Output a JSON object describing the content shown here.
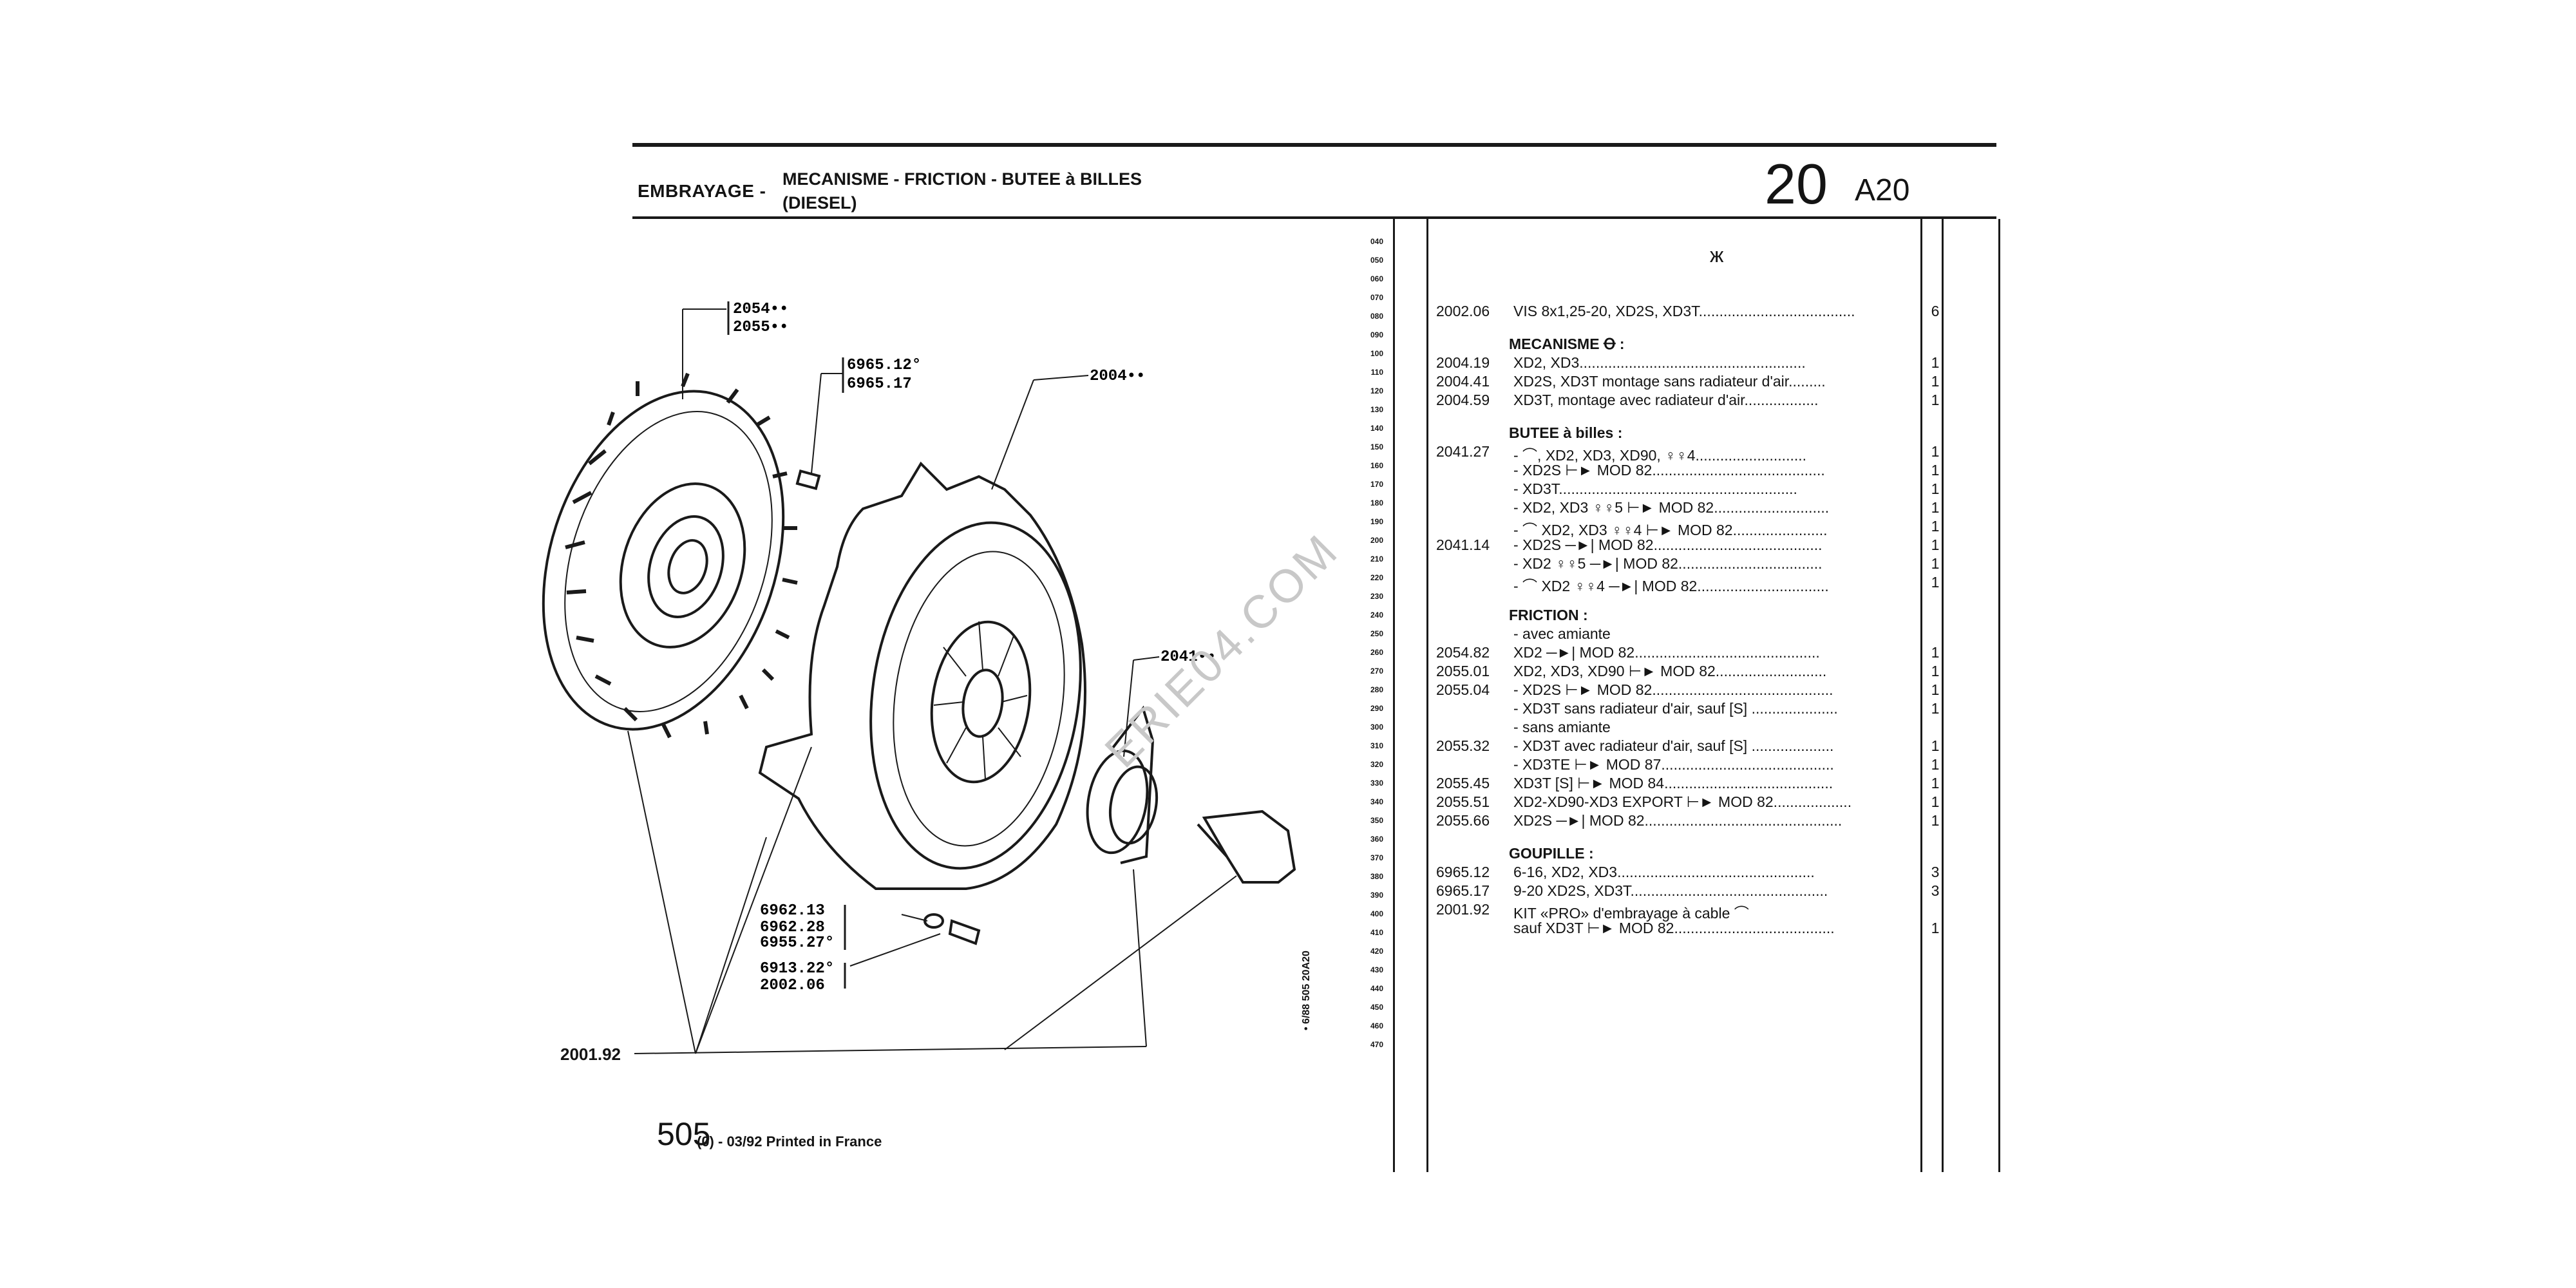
{
  "header": {
    "section": "EMBRAYAGE -",
    "title_line1": "MECANISME - FRICTION - BUTEE à BILLES",
    "title_line2": "(DIESEL)",
    "group_number": "20",
    "page_code": "A20"
  },
  "callouts": {
    "c2054": "2054••",
    "c2055": "2055••",
    "c696512": "6965.12°",
    "c696517": "6965.17",
    "c2004": "2004••",
    "c2041": "2041••",
    "c696213": "6962.13",
    "c696228": "6962.28",
    "c695527": "6955.27°",
    "c691322": "6913.22°",
    "c200206": "2002.06",
    "c200192": "2001.92"
  },
  "watermark": "ERIE04.COM",
  "row_numbers": [
    "040",
    "050",
    "060",
    "070",
    "080",
    "090",
    "100",
    "110",
    "120",
    "130",
    "140",
    "150",
    "160",
    "170",
    "180",
    "190",
    "200",
    "210",
    "220",
    "230",
    "240",
    "250",
    "260",
    "270",
    "280",
    "290",
    "300",
    "310",
    "320",
    "330",
    "340",
    "350",
    "360",
    "370",
    "380",
    "390",
    "400",
    "410",
    "420",
    "430",
    "440",
    "450",
    "460",
    "470"
  ],
  "top_symbol": "ж",
  "rows": [
    {
      "ref": "2002.06",
      "desc": "VIS 8x1,25-20, XD2S, XD3T......................................",
      "qty": "6"
    },
    {
      "section": "MECANISME Ꝋ :"
    },
    {
      "ref": "2004.19",
      "desc": "XD2, XD3.......................................................",
      "qty": "1"
    },
    {
      "ref": "2004.41",
      "desc": "XD2S, XD3T montage sans radiateur d'air.........",
      "qty": "1"
    },
    {
      "ref": "2004.59",
      "desc": "XD3T, montage avec radiateur d'air..................",
      "qty": "1"
    },
    {
      "section": "BUTEE à billes :"
    },
    {
      "ref": "2041.27",
      "desc": "- ⌒, XD2, XD3, XD90, ♀♀4...........................",
      "qty": "1"
    },
    {
      "ref": "",
      "desc": "- XD2S ⊢► MOD 82..........................................",
      "qty": "1"
    },
    {
      "ref": "",
      "desc": "- XD3T..........................................................",
      "qty": "1"
    },
    {
      "ref": "",
      "desc": "- XD2, XD3 ♀♀5 ⊢► MOD 82............................",
      "qty": "1"
    },
    {
      "ref": "",
      "desc": "- ⌒ XD2, XD3 ♀♀4 ⊢► MOD 82.......................",
      "qty": "1"
    },
    {
      "ref": "2041.14",
      "desc": "- XD2S ─►| MOD 82.........................................",
      "qty": "1"
    },
    {
      "ref": "",
      "desc": "- XD2 ♀♀5 ─►| MOD 82...................................",
      "qty": "1"
    },
    {
      "ref": "",
      "desc": "- ⌒ XD2 ♀♀4 ─►| MOD 82................................",
      "qty": "1"
    },
    {
      "section": "FRICTION :"
    },
    {
      "ref": "",
      "desc": "- avec amiante",
      "qty": ""
    },
    {
      "ref": "2054.82",
      "desc": "XD2 ─►| MOD 82.............................................",
      "qty": "1"
    },
    {
      "ref": "2055.01",
      "desc": "XD2, XD3, XD90 ⊢► MOD 82...........................",
      "qty": "1"
    },
    {
      "ref": "2055.04",
      "desc": "- XD2S ⊢► MOD 82............................................",
      "qty": "1"
    },
    {
      "ref": "",
      "desc": "- XD3T sans radiateur d'air, sauf [S] .....................",
      "qty": "1"
    },
    {
      "ref": "",
      "desc": "- sans amiante",
      "qty": ""
    },
    {
      "ref": "2055.32",
      "desc": "- XD3T avec radiateur d'air, sauf [S] ....................",
      "qty": "1"
    },
    {
      "ref": "",
      "desc": "- XD3TE ⊢► MOD 87..........................................",
      "qty": "1"
    },
    {
      "ref": "2055.45",
      "desc": "XD3T [S] ⊢► MOD 84.........................................",
      "qty": "1"
    },
    {
      "ref": "2055.51",
      "desc": "XD2-XD90-XD3 EXPORT ⊢► MOD 82...................",
      "qty": "1"
    },
    {
      "ref": "2055.66",
      "desc": "XD2S ─►| MOD 82................................................",
      "qty": "1"
    },
    {
      "section": "GOUPILLE :"
    },
    {
      "ref": "6965.12",
      "desc": "6-16, XD2, XD3................................................",
      "qty": "3"
    },
    {
      "ref": "6965.17",
      "desc": "9-20 XD2S, XD3T................................................",
      "qty": "3"
    },
    {
      "ref": "2001.92",
      "desc": "KIT «PRO» d'embrayage à cable ⌒",
      "qty": ""
    },
    {
      "ref": "",
      "desc": "sauf XD3T ⊢► MOD 82.......................................",
      "qty": "1"
    }
  ],
  "footer": {
    "page": "505",
    "suffix": "(0) - 03/92 Printed in France",
    "rotated_code": "• 6/88  505  20A20"
  }
}
